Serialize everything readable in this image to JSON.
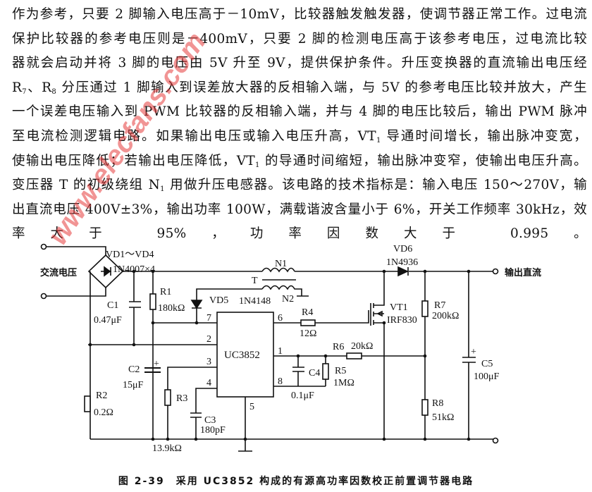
{
  "paragraph": [
    [
      {
        "t": "作为参考，只要 2 脚输入电压高于－10mV，比较器触发触发器，使调节器正常工作。过电流"
      }
    ],
    [
      {
        "t": "保护比较器的参考电压则是－400mV，只要 2 脚的检测电压高于该参考电压，过电流比较"
      }
    ],
    [
      {
        "t": "器就会启动并将 3 脚的电压由 5V 升至 9V，提供保护条件。升压变换器的直流输出电压经"
      }
    ],
    [
      {
        "t": "R"
      },
      {
        "s": "7"
      },
      {
        "t": "、R"
      },
      {
        "s": "8"
      },
      {
        "t": " 分压通过 1 脚输入到误差放大器的反相输入端，与 5V 的参考电压比较并放大，产生"
      }
    ],
    [
      {
        "t": "一个误差电压输入到 PWM 比较器的反相输入端，并与 4 脚的电压比较后，输出 PWM 脉冲"
      }
    ],
    [
      {
        "t": "至电流检测逻辑电路。如果输出电压或输入电压升高，VT"
      },
      {
        "s": "1"
      },
      {
        "t": " 导通时间增长，输出脉冲变宽，"
      }
    ],
    [
      {
        "t": "使输出电压降低；若输出电压降低，VT"
      },
      {
        "s": "1"
      },
      {
        "t": " 的导通时间缩短，输出脉冲变窄，使输出电压升高。"
      }
    ],
    [
      {
        "t": "变压器 T 的初级绕组 N"
      },
      {
        "s": "1"
      },
      {
        "t": " 用做升压电感器。该电路的技术指标是：输入电压 150～270V，输"
      }
    ],
    [
      {
        "t": "出直流电压 400V±3%，输出功率 100W，满载谐波含量小于 6%，开关工作频率 30kHz，效"
      }
    ],
    [
      {
        "t": "率大于 95%，功率因数大于 0.995。"
      }
    ]
  ],
  "circuit": {
    "vd1_4": "VD1～VD4",
    "vd1_4_part": "1N4007×4",
    "ac_input": "交流电压",
    "dc_output": "输出直流",
    "c1": "C1",
    "c1_val": "0.47μF",
    "r1": "R1",
    "r1_val": "180kΩ",
    "vd5": "VD5",
    "vd5_part": "1N4148",
    "t": "T",
    "n1": "N1",
    "n2": "N2",
    "r2": "R2",
    "r2_val": "0.2Ω",
    "c2": "C2",
    "c2_val": "15μF",
    "r3": "R3",
    "r3_val": "13.9kΩ",
    "c3": "C3",
    "c3_val": "180pF",
    "ic": "UC3852",
    "pins": [
      "7",
      "2",
      "3",
      "4",
      "5",
      "6",
      "1",
      "8"
    ],
    "r4": "R4",
    "r4_val": "12Ω",
    "vt1": "VT1",
    "vt1_part": "IRF830",
    "vd6": "VD6",
    "vd6_part": "1N4936",
    "r6": "R6",
    "r6_val": "20kΩ",
    "c4": "C4",
    "c4_val": "0.1μF",
    "r5": "R5",
    "r5_val": "1MΩ",
    "r7": "R7",
    "r7_val": "200kΩ",
    "r8": "R8",
    "r8_val": "51kΩ",
    "c5": "C5",
    "c5_val": "100μF",
    "plus": "+"
  },
  "caption": "图 2-39　采用 UC3852 构成的有源高功率因数校正前置调节器电路",
  "watermark": "www.elecfans.com"
}
